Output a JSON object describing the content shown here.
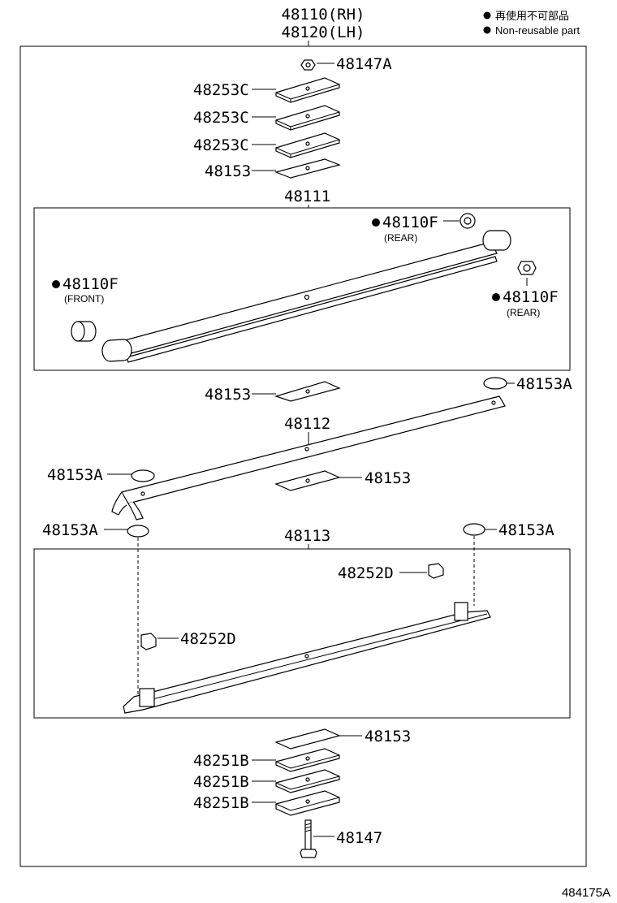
{
  "assembly": {
    "rh": "48110(RH)",
    "lh": "48120(LH)"
  },
  "legend": {
    "line1": "再使用不可部品",
    "line2": "Non-reusable part"
  },
  "labels": {
    "p48147A": "48147A",
    "p48253C_1": "48253C",
    "p48253C_2": "48253C",
    "p48253C_3": "48253C",
    "p48153_top": "48153",
    "p48111": "48111",
    "p48110F_rear_top": "48110F",
    "rear_top": "(REAR)",
    "p48110F_front": "48110F",
    "front": "(FRONT)",
    "p48110F_rear": "48110F",
    "rear": "(REAR)",
    "p48153_a": "48153",
    "p48153A_1": "48153A",
    "p48112": "48112",
    "p48153A_2": "48153A",
    "p48153_b": "48153",
    "p48153A_3": "48153A",
    "p48113": "48113",
    "p48153A_4": "48153A",
    "p48252D_1": "48252D",
    "p48252D_2": "48252D",
    "p48153_bottom": "48153",
    "p48251B_1": "48251B",
    "p48251B_2": "48251B",
    "p48251B_3": "48251B",
    "p48147": "48147"
  },
  "diagram_id": "484175A"
}
